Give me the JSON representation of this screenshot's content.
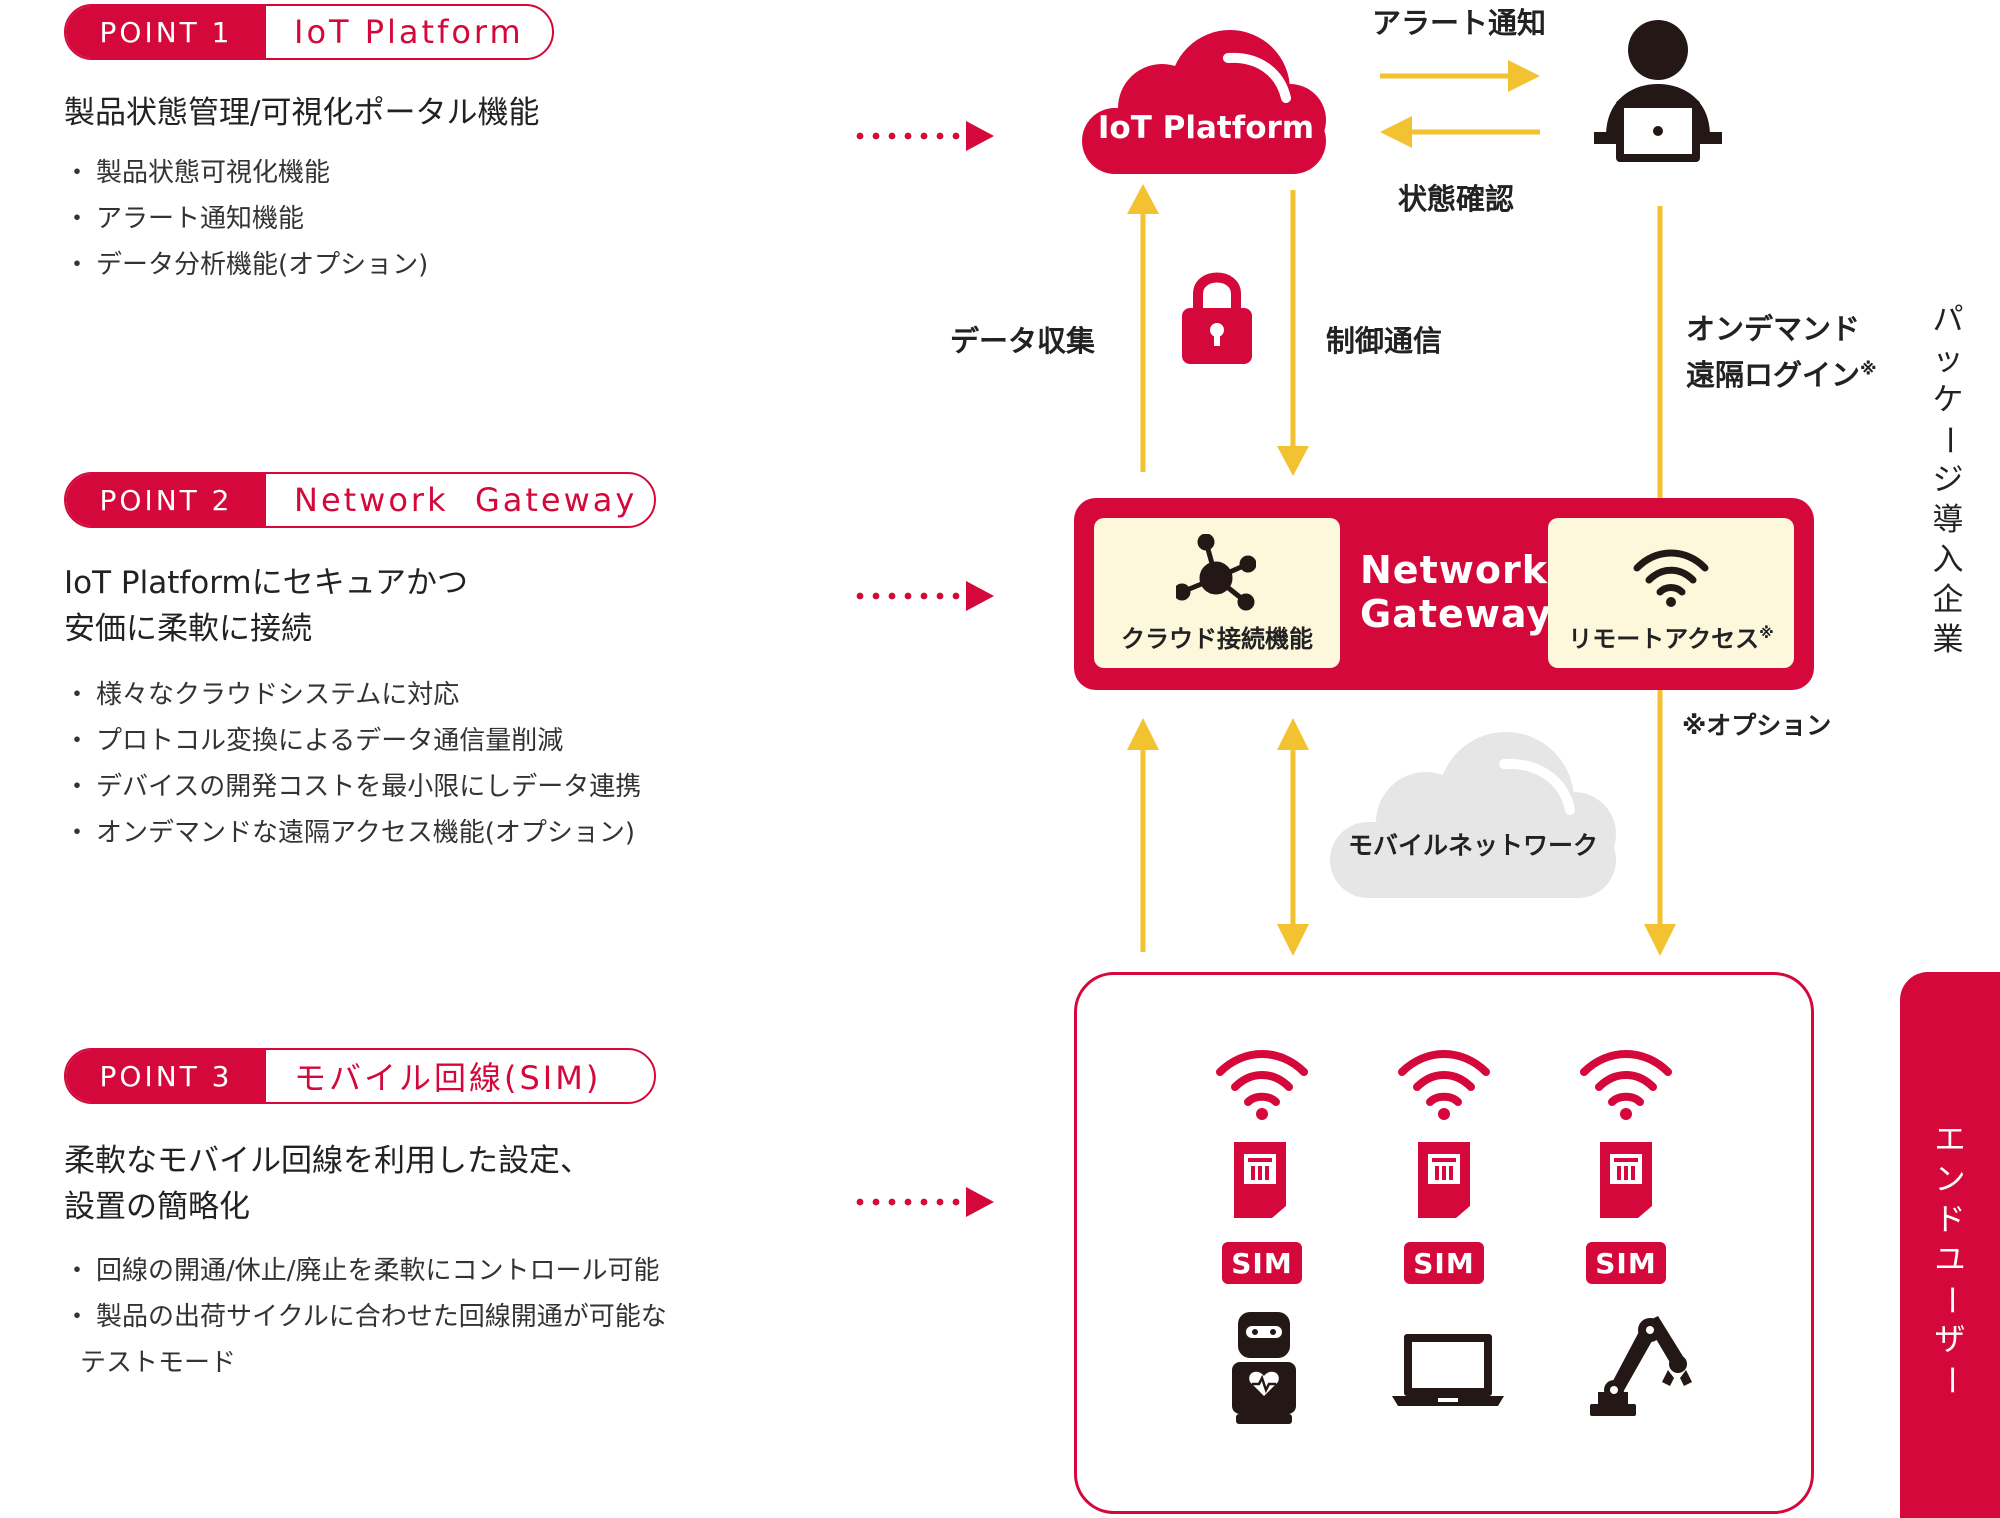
{
  "points": [
    {
      "tag": "POINT 1",
      "name": "IoT Platform",
      "heading": [
        "製品状態管理/可視化ポータル機能"
      ],
      "bullets": [
        "製品状態可視化機能",
        "アラート通知機能",
        "データ分析機能(オプション)"
      ]
    },
    {
      "tag": "POINT 2",
      "name": "Network  Gateway",
      "heading": [
        "IoT Platformにセキュアかつ",
        "安価に柔軟に接続"
      ],
      "bullets": [
        "様々なクラウドシステムに対応",
        "プロトコル変換によるデータ通信量削減",
        "デバイスの開発コストを最小限にしデータ連携",
        "オンデマンドな遠隔アクセス機能(オプション)"
      ]
    },
    {
      "tag": "POINT 3",
      "name": "モバイル回線(SIM)",
      "heading": [
        "柔軟なモバイル回線を利用した設定、",
        "設置の簡略化"
      ],
      "bullets": [
        "回線の開通/休止/廃止を柔軟にコントロール可能",
        "製品の出荷サイクルに合わせた回線開通が可能な"
      ],
      "bullet_continuation": "テストモード"
    }
  ],
  "diagram": {
    "cloud_label": "IoT Platform",
    "alert_label": "アラート通知",
    "status_label": "状態確認",
    "data_collect_label": "データ収集",
    "control_label": "制御通信",
    "ondemand_label_1": "オンデマンド",
    "ondemand_label_2": "遠隔ログイン",
    "asterisk": "※",
    "gateway_title_1": "Network",
    "gateway_title_2": "Gateway",
    "cloud_connect_label": "クラウド接続機能",
    "remote_access_label": "リモートアクセス",
    "option_note": "※オプション",
    "mobile_network_label": "モバイルネットワーク",
    "sim_labels": [
      "SIM",
      "SIM",
      "SIM"
    ],
    "devices": [
      "robot-icon",
      "laptop-icon",
      "robot-arm-icon"
    ],
    "package_company_label": "パッケージ導入企業",
    "end_user_label": "エンドユーザー"
  },
  "colors": {
    "brand_red": "#d4083a",
    "arrow_yellow": "#f2c230",
    "card_cream": "#fdf7dc",
    "cloud_gray": "#e6e6e6",
    "icon_dark": "#231815"
  }
}
